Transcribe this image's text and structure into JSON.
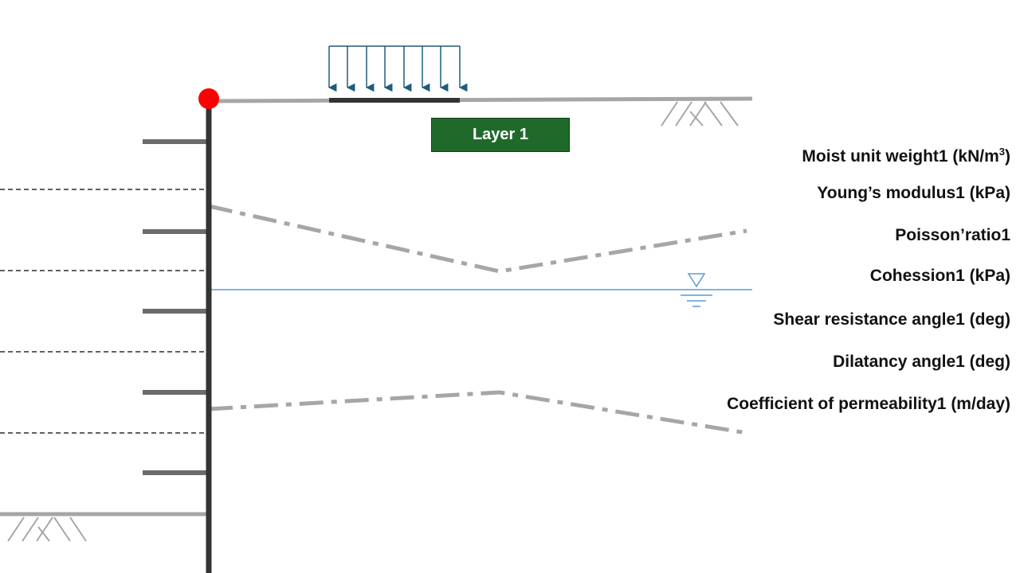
{
  "layer": {
    "label": "Layer 1",
    "color": "#1f6a2b"
  },
  "properties": {
    "moist_unit_weight": {
      "text": "Moist unit weight1 (kN/m",
      "sup": "3",
      "close": ")"
    },
    "youngs_modulus": "Young’s modulus1 (kPa)",
    "poisson_ratio": "Poisson’ratio1",
    "cohesion": "Cohession1 (kPa)",
    "shear_resistance": "Shear resistance angle1 (deg)",
    "dilatancy": "Dilatancy angle1 (deg)",
    "permeability": "Coefficient of permeability1 (m/day)"
  },
  "colors": {
    "wall": "#333333",
    "ground": "#a6a6a6",
    "load_arrow": "#1f5c7a",
    "water": "#5b9bd5",
    "anchor_point": "#ff0000",
    "struts": "#6b6b6b"
  },
  "icons": {
    "surcharge": "downward-arrow-icon",
    "water_table": "water-level-triangle-icon",
    "soil_hatch": "ground-hatch-icon",
    "top_anchor": "red-dot-icon"
  }
}
